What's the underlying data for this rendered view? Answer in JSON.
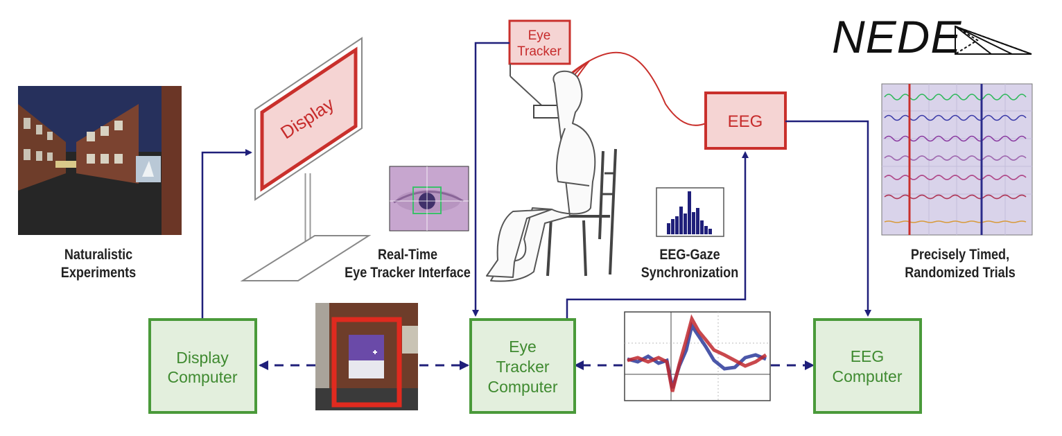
{
  "logo": {
    "text": "NEDE"
  },
  "labels": {
    "naturalistic": [
      "Naturalistic",
      "Experiments"
    ],
    "realtime": [
      "Real-Time",
      "Eye Tracker Interface"
    ],
    "eeg_gaze": [
      "EEG-Gaze",
      "Synchronization"
    ],
    "timed": [
      "Precisely Timed,",
      "Randomized Trials"
    ]
  },
  "boxes": {
    "display_screen": "Display",
    "eye_tracker_device": [
      "Eye",
      "Tracker"
    ],
    "eeg_device": "EEG",
    "display_computer": [
      "Display",
      "Computer"
    ],
    "eye_tracker_computer": [
      "Eye",
      "Tracker",
      "Computer"
    ],
    "eeg_computer": [
      "EEG",
      "Computer"
    ]
  },
  "colors": {
    "hardware_red": "#c9302c",
    "computer_green": "#4a9a3a",
    "connector_navy": "#1f1f7a",
    "erp_red": "#c0282e",
    "erp_blue": "#2b3a9a"
  },
  "icons": {
    "eye_image": "eye-camera-icon",
    "histogram": "histogram-icon",
    "eeg_traces": "eeg-traces-icon",
    "street_scene": "virtual-street-icon",
    "subject": "seated-person-icon"
  }
}
